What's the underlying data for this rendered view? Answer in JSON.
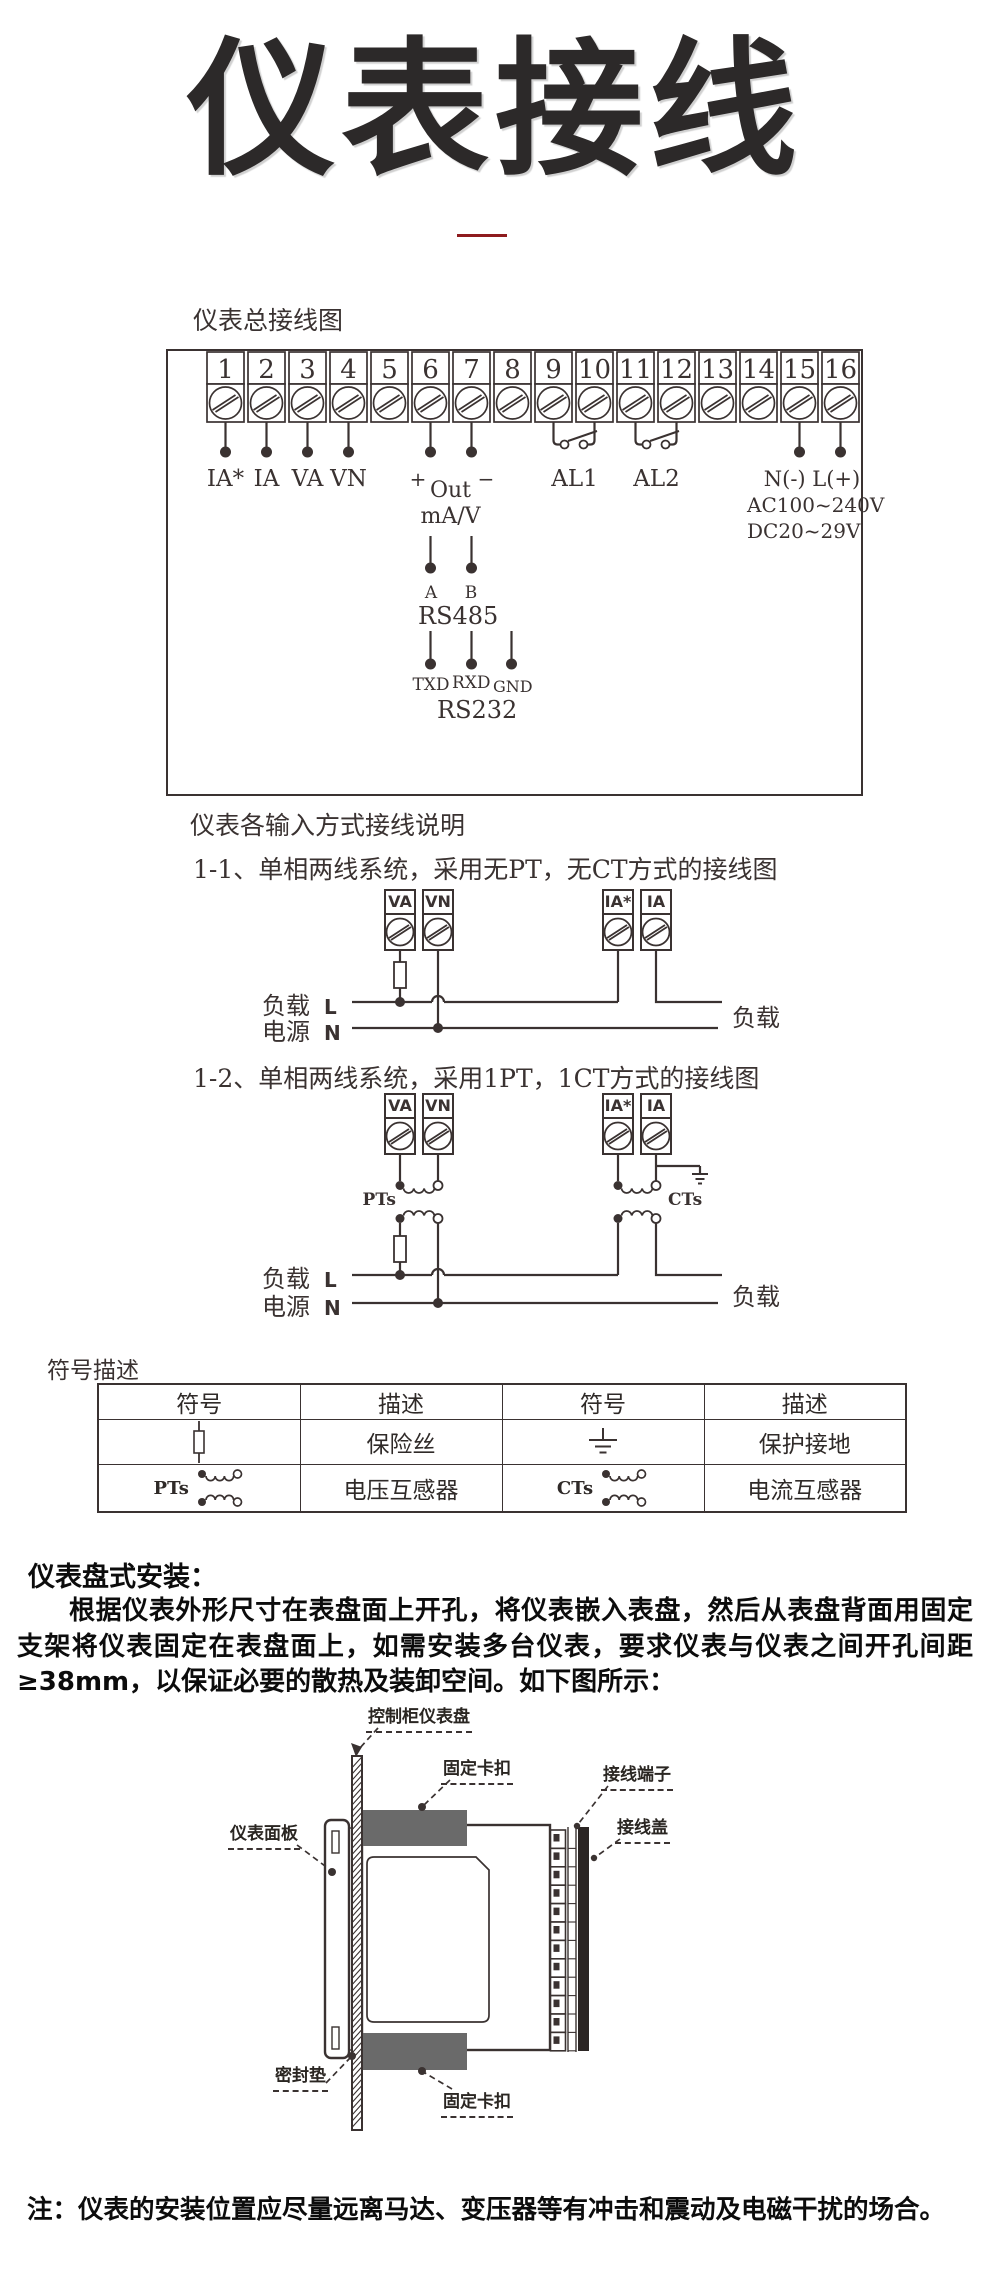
{
  "title": {
    "text": "仪表接线"
  },
  "colors": {
    "accent": "#8e1b1e",
    "line": "#3a3231",
    "clip_gray": "#6a6a6a",
    "cover_dark": "#2b2524"
  },
  "sections": {
    "overall": {
      "heading": "仪表总接线图",
      "terminal_numbers": [
        "1",
        "2",
        "3",
        "4",
        "5",
        "6",
        "7",
        "8",
        "9",
        "10",
        "11",
        "12",
        "13",
        "14",
        "15",
        "16"
      ],
      "labels": {
        "ia_star": "IA*",
        "ia": "IA",
        "va": "VA",
        "vn": "VN",
        "plus": "+",
        "minus": "−",
        "out": "Out",
        "out_unit": "mA/V",
        "al1": "AL1",
        "al2": "AL2",
        "power": "N(-) L(+)",
        "ac": "AC100~240V",
        "dc": "DC20~29V",
        "a": "A",
        "b": "B",
        "rs485": "RS485",
        "txd": "TXD",
        "rxd": "RXD",
        "gnd": "GND",
        "rs232": "RS232"
      }
    },
    "input_modes": {
      "heading": "仪表各输入方式接线说明",
      "d1": {
        "heading": "1-1、单相两线系统，采用无PT，无CT方式的接线图",
        "terminals": [
          "VA",
          "VN",
          "IA*",
          "IA"
        ],
        "load": "负载",
        "l": "L",
        "source": "电源",
        "n": "N",
        "load_right": "负载"
      },
      "d2": {
        "heading": "1-2、单相两线系统，采用1PT，1CT方式的接线图",
        "terminals": [
          "VA",
          "VN",
          "IA*",
          "IA"
        ],
        "pt": "PTs",
        "ct": "CTs",
        "load": "负载",
        "l": "L",
        "source": "电源",
        "n": "N",
        "load_right": "负载"
      }
    },
    "symbols": {
      "label": "符号描述",
      "headers": [
        "符号",
        "描述",
        "符号",
        "描述"
      ],
      "cells": {
        "fuse_desc": "保险丝",
        "ground_desc": "保护接地",
        "pt_label": "PTs",
        "pt_desc": "电压互感器",
        "ct_label": "CTs",
        "ct_desc": "电流互感器"
      }
    },
    "install": {
      "heading": "仪表盘式安装：",
      "paragraph": "根据仪表外形尺寸在表盘面上开孔，将仪表嵌入表盘，然后从表盘背面用固定支架将仪表固定在表盘面上，如需安装多台仪表，要求仪表与仪表之间开孔间距≥38mm，以保证必要的散热及装卸空间。如下图所示：",
      "callouts": {
        "panel": "控制柜仪表盘",
        "clip_top": "固定卡扣",
        "terminal_block": "接线端子",
        "terminal_cover": "接线盖",
        "front_panel": "仪表面板",
        "gasket": "密封垫",
        "clip_bottom": "固定卡扣"
      }
    },
    "note": "注：仪表的安装位置应尽量远离马达、变压器等有冲击和震动及电磁干扰的场合。"
  }
}
